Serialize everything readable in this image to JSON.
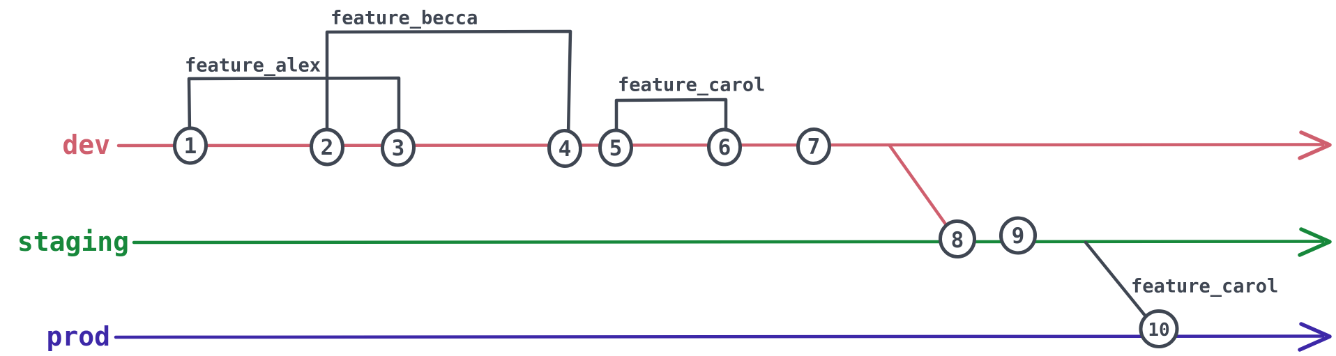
{
  "diagram": {
    "type": "git-branch-graph",
    "background_color": "#ffffff",
    "ink_color": "#3f4652",
    "branches": [
      {
        "label": "dev",
        "color": "#cf5f6e"
      },
      {
        "label": "staging",
        "color": "#17883b"
      },
      {
        "label": "prod",
        "color": "#3d28a8"
      }
    ],
    "commits": [
      {
        "label": "1",
        "branch": "dev"
      },
      {
        "label": "2",
        "branch": "dev"
      },
      {
        "label": "3",
        "branch": "dev"
      },
      {
        "label": "4",
        "branch": "dev"
      },
      {
        "label": "5",
        "branch": "dev"
      },
      {
        "label": "6",
        "branch": "dev"
      },
      {
        "label": "7",
        "branch": "dev"
      },
      {
        "label": "8",
        "branch": "staging"
      },
      {
        "label": "9",
        "branch": "staging"
      },
      {
        "label": "10",
        "branch": "prod"
      }
    ],
    "feature_branches": [
      {
        "label": "feature_alex",
        "from_commit": "1",
        "to_commit": "3"
      },
      {
        "label": "feature_becca",
        "from_commit": "2",
        "to_commit": "4"
      },
      {
        "label": "feature_carol",
        "from_commit": "5",
        "to_commit": "6"
      },
      {
        "label": "feature_carol",
        "from_commit": "9",
        "to_commit": "10"
      }
    ],
    "merges": [
      {
        "from_branch": "dev",
        "into_branch": "staging",
        "at_commit": "8"
      },
      {
        "from_branch": "staging",
        "into_branch": "prod",
        "at_commit": "10"
      }
    ]
  }
}
